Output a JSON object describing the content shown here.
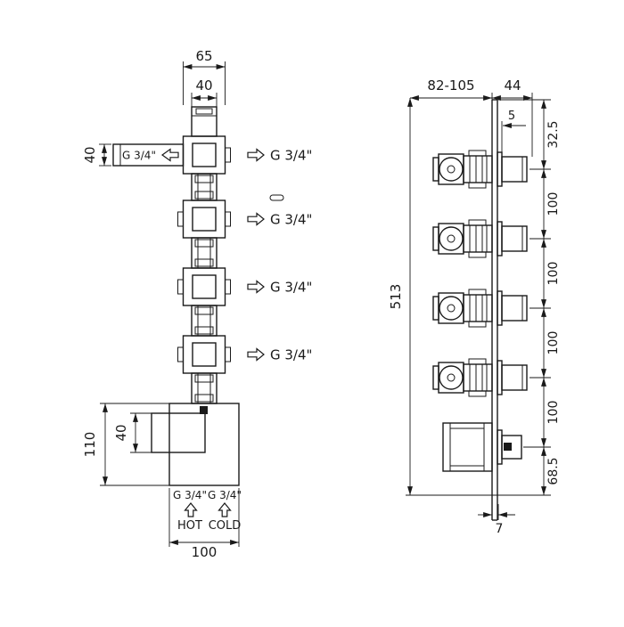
{
  "front": {
    "dim_top_width": "65",
    "dim_top_inner": "40",
    "lever_dim": "40",
    "lever_port": "G 3/4\"",
    "outlets": [
      "G 3/4\"",
      "G 3/4\"",
      "G 3/4\"",
      "G 3/4\""
    ],
    "dim_body_inner": "40",
    "dim_body_height": "110",
    "inlet_ports": [
      "G 3/4\"",
      "G 3/4\""
    ],
    "inlet_names": [
      "HOT",
      "COLD"
    ],
    "dim_bottom_width": "100"
  },
  "side": {
    "dim_depth": "82-105",
    "dim_handle_depth": "44",
    "dim_plate_thickness": "5",
    "dim_overall_height": "513",
    "dim_spacings": [
      "32.5",
      "100",
      "100",
      "100",
      "100",
      "68.5"
    ],
    "dim_bottom_offset": "7"
  },
  "colors": {
    "line": "#1a1a1a",
    "background": "#ffffff"
  }
}
